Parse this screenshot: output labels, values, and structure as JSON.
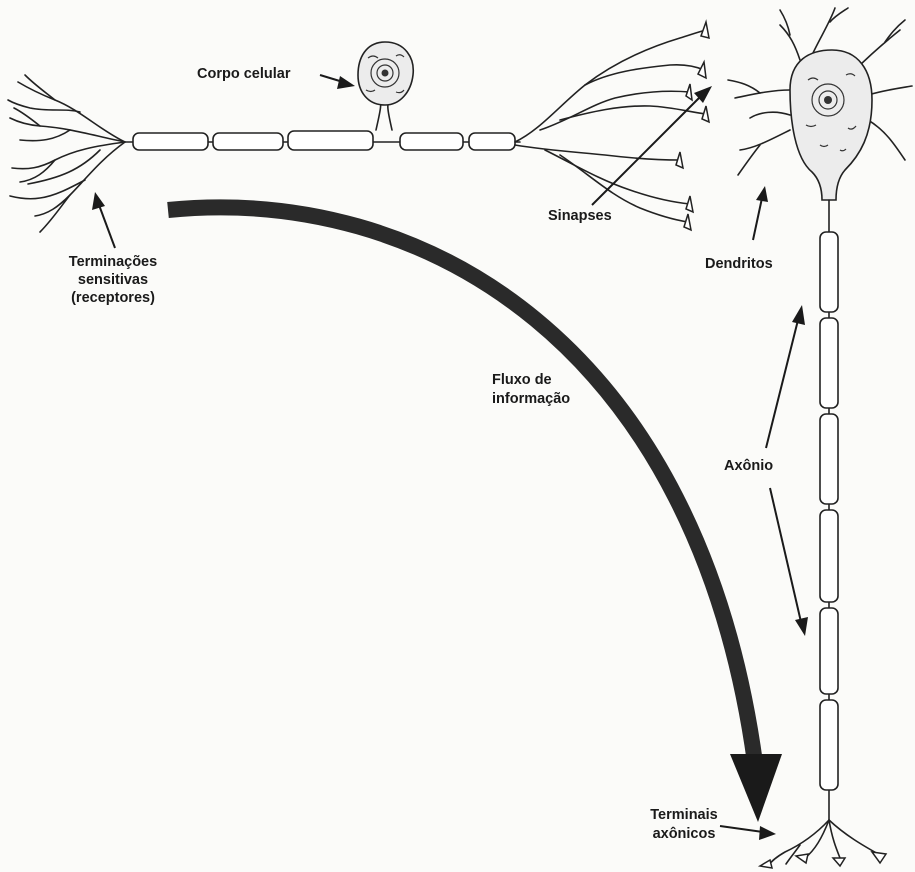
{
  "labels": {
    "corpo_celular": "Corpo celular",
    "terminacoes_1": "Terminações",
    "terminacoes_2": "sensitivas",
    "terminacoes_3": "(receptores)",
    "sinapses": "Sinapses",
    "dendritos": "Dendritos",
    "fluxo_1": "Fluxo de",
    "fluxo_2": "informação",
    "axonio": "Axônio",
    "terminais_1": "Terminais",
    "terminais_2": "axônicos"
  },
  "colors": {
    "ink": "#1a1a1a",
    "flow_arrow": "#2a2a2a",
    "background": "#fbfbf9"
  }
}
